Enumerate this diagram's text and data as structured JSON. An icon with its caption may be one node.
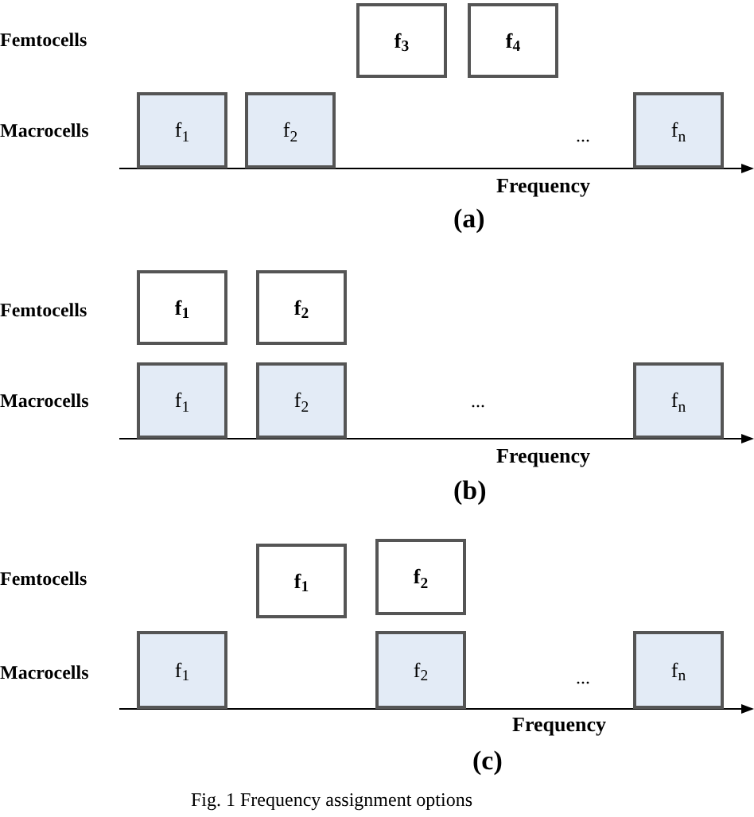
{
  "diagram": {
    "caption": "Fig. 1 Frequency assignment options",
    "nodes": [
      {
        "text": [
          "f$_{3}$"
        ]
      },
      {
        "text": [
          "f$_{4}$"
        ]
      },
      {
        "text": [
          "f$_{1}$"
        ]
      },
      {
        "text": [
          "f$_{2}$"
        ]
      },
      {
        "text": [
          "f$_{n}$"
        ]
      },
      {
        "text": [
          "f$_{1}$"
        ]
      },
      {
        "text": [
          "f$_{2}$"
        ]
      },
      {
        "text": [
          "f$_{1}$"
        ]
      },
      {
        "text": [
          "f$_{2}$"
        ]
      },
      {
        "text": [
          "f$_{n}$"
        ]
      },
      {
        "text": [
          "f$_{1}$"
        ]
      },
      {
        "text": [
          "f$_{2}$"
        ]
      },
      {
        "text": [
          "f$_{1}$"
        ]
      },
      {
        "text": [
          "f$_{2}$"
        ]
      },
      {
        "text": [
          "f$_{n}$"
        ]
      }
    ],
    "labels": [
      "Femtocells",
      "Macrocells",
      "...",
      "Frequency",
      "(a)",
      "Femtocells",
      "Macrocells",
      "...",
      "Frequency",
      "(b)",
      "Femtocells",
      "Macrocells",
      "...",
      "Frequency",
      "(c)"
    ]
  }
}
